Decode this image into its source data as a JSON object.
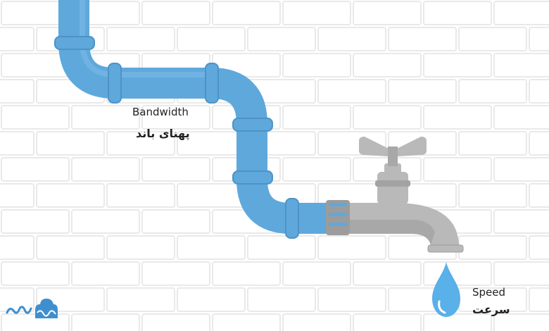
{
  "labels": {
    "bandwidth_en": "Bandwidth",
    "bandwidth_fa": "پهنای باند",
    "speed_en": "Speed",
    "speed_fa": "سرعت"
  },
  "colors": {
    "background": "#ffffff",
    "brick_line": "#e9e9e9",
    "pipe": "#5fa8dc",
    "pipe_dark": "#4d93c6",
    "faucet": "#b9b9b9",
    "faucet_dark": "#9c9c9c",
    "water": "#5ab0e8",
    "logo": "#3f8fcf"
  },
  "icons": [
    "pipe-icon",
    "faucet-icon",
    "water-drop-icon",
    "logo-icon"
  ]
}
